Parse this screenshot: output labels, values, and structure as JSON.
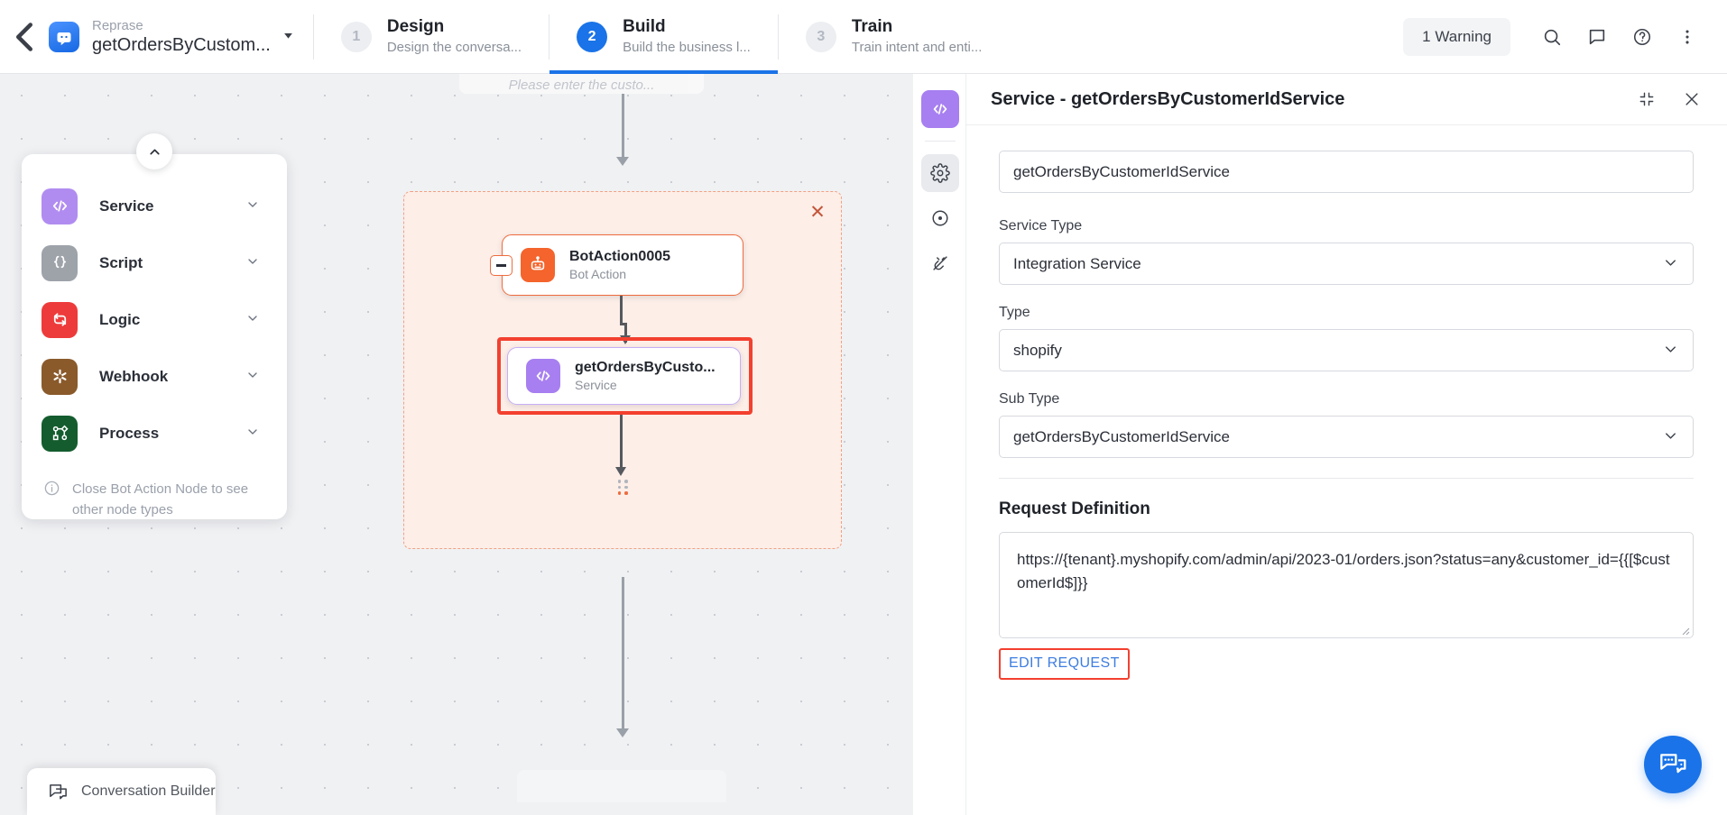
{
  "topbar": {
    "back_icon": "chevron-left-icon",
    "brand": "Reprase",
    "bot_name": "getOrdersByCustom...",
    "caret_icon": "chevron-down-icon",
    "steps": [
      {
        "number": "1",
        "title": "Design",
        "subtitle": "Design the conversa...",
        "active": false
      },
      {
        "number": "2",
        "title": "Build",
        "subtitle": "Build the business l...",
        "active": true
      },
      {
        "number": "3",
        "title": "Train",
        "subtitle": "Train intent and enti...",
        "active": false
      }
    ],
    "warning_label": "1 Warning",
    "actions": [
      "search-icon",
      "comment-icon",
      "help-icon",
      "more-vertical-icon"
    ]
  },
  "palette": {
    "toggle_icon": "chevron-up-icon",
    "items": [
      {
        "label": "Service",
        "icon": "code-brackets-icon",
        "color": "#b18cf0"
      },
      {
        "label": "Script",
        "icon": "curly-braces-icon",
        "color": "#9ea3aa"
      },
      {
        "label": "Logic",
        "icon": "loop-arrows-icon",
        "color": "#ed3b3b"
      },
      {
        "label": "Webhook",
        "icon": "asterisk-icon",
        "color": "#8a5a2b"
      },
      {
        "label": "Process",
        "icon": "node-graph-icon",
        "color": "#145c2e"
      }
    ],
    "note_icon": "info-icon",
    "note": "Close Bot Action Node to see other node types"
  },
  "canvas": {
    "ghost_node_text": "Please enter the custo...",
    "group": {
      "close_icon": "close-icon"
    },
    "nodes": [
      {
        "id": "bot-action",
        "title": "BotAction0005",
        "subtitle": "Bot Action",
        "icon": "robot-icon",
        "icon_color": "#f4642c",
        "border_color": "#ee6c3e",
        "collapse_icon": "minus-icon"
      },
      {
        "id": "service",
        "title": "getOrdersByCusto...",
        "subtitle": "Service",
        "icon": "code-brackets-icon",
        "icon_color": "#a77ff0",
        "border_color": "#c6aef5",
        "selected": true,
        "selection_color": "#f3402f"
      }
    ],
    "conversation_builder": {
      "label": "Conversation Builder",
      "icon": "chat-bubbles-icon"
    }
  },
  "rail": {
    "buttons": [
      {
        "icon": "code-brackets-icon",
        "state": "primary"
      },
      {
        "icon": "gear-icon",
        "state": "active"
      },
      {
        "icon": "target-icon",
        "state": "default"
      },
      {
        "icon": "plug-off-icon",
        "state": "default"
      }
    ]
  },
  "panel": {
    "title": "Service - getOrdersByCustomerIdService",
    "collapse_icon": "collapse-icon",
    "close_icon": "close-icon",
    "name_value": "getOrdersByCustomerIdService",
    "service_type_label": "Service Type",
    "service_type_value": "Integration Service",
    "type_label": "Type",
    "type_value": "shopify",
    "sub_type_label": "Sub Type",
    "sub_type_value": "getOrdersByCustomerIdService",
    "request_definition_label": "Request Definition",
    "request_url": "https://{tenant}.myshopify.com/admin/api/2023-01/orders.json?status=any&customer_id={{[$customerId$]}}",
    "edit_request_label": "EDIT REQUEST",
    "chevron_icon": "chevron-down-icon",
    "resize_icon": "resize-grip-icon"
  },
  "fab": {
    "icon": "chat-widget-icon",
    "color": "#1a73e8"
  },
  "colors": {
    "accent_blue": "#1a73e8",
    "selection_red": "#f3402f",
    "group_bg": "#fdeee8",
    "group_border": "#f0a183",
    "purple": "#a77ff0",
    "orange": "#f4642c"
  }
}
